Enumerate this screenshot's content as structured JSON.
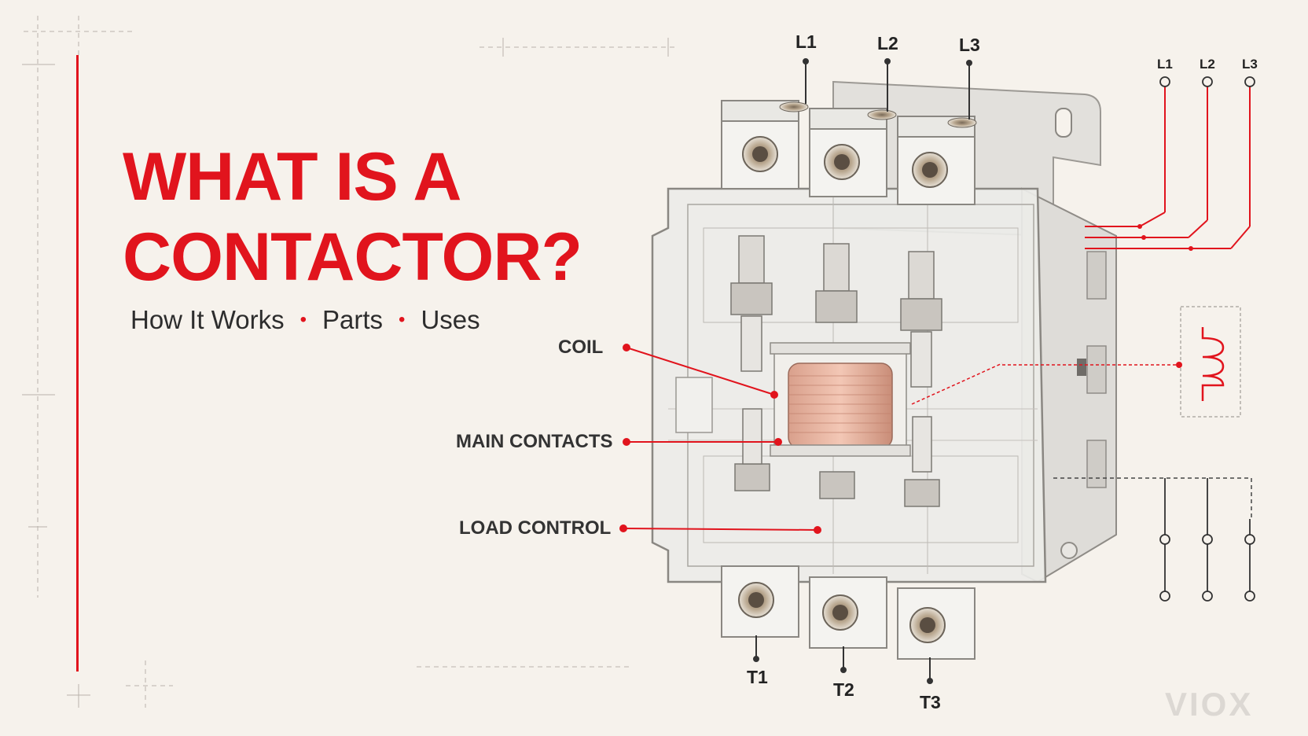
{
  "title": {
    "line1": "WHAT IS A",
    "line2": "CONTACTOR?"
  },
  "subtitle": {
    "items": [
      "How It Works",
      "Parts",
      "Uses"
    ],
    "separator": "•"
  },
  "callouts": {
    "coil": "COIL",
    "main_contacts": "MAIN CONTACTS",
    "load_control": "LOAD CONTROL"
  },
  "line_terminals": [
    "L1",
    "L2",
    "L3"
  ],
  "load_terminals": [
    "T1",
    "T2",
    "T3"
  ],
  "schematic": {
    "line_labels": [
      "L1",
      "L2",
      "L3"
    ]
  },
  "brand": "VIOX",
  "colors": {
    "accent": "#e1141d",
    "background": "#f6f2ec",
    "text": "#2d2d2d"
  }
}
